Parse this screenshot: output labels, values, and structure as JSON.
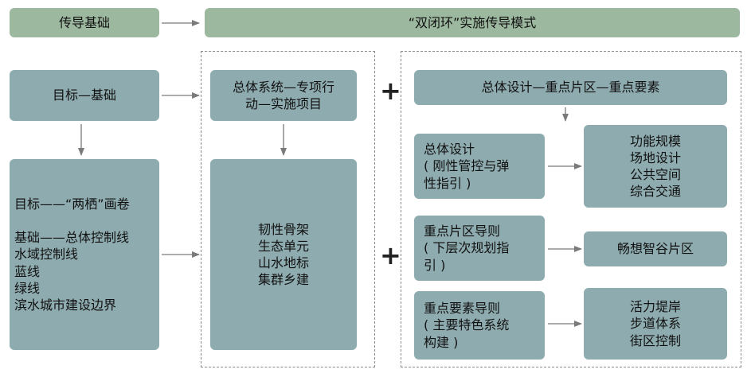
{
  "header": {
    "left_label": "传导基础",
    "right_label": "“双闭环”实施传导模式"
  },
  "col1": {
    "goal_box": "目标—基础",
    "detail_box": "目标——“两栖”画卷\n\n基础——总体控制线\n水域控制线\n蓝线\n绿线\n滨水城市建设边界"
  },
  "col2": {
    "top_box": "总体系统—专项行\n动—实施项目",
    "bottom_box": "韧性骨架\n生态单元\n山水地标\n集群乡建"
  },
  "col3": {
    "top_box": "总体设计—重点片区—重点要素",
    "rows": [
      {
        "left": "总体设计\n( 刚性管控与弹\n性指引 )",
        "right": "功能规模\n场地设计\n公共空间\n综合交通"
      },
      {
        "left": "重点片区导则\n( 下层次规划指\n引 )",
        "right": "畅想智谷片区"
      },
      {
        "left": "重点要素导则\n( 主要特色系统\n构建 )",
        "right": "活力堤岸\n步道体系\n街区控制"
      }
    ]
  },
  "plus_symbol": "+",
  "colors": {
    "header_green": "#9cb89f",
    "box_teal": "#8eabaf",
    "arrow_gray": "#7a7a7a"
  }
}
